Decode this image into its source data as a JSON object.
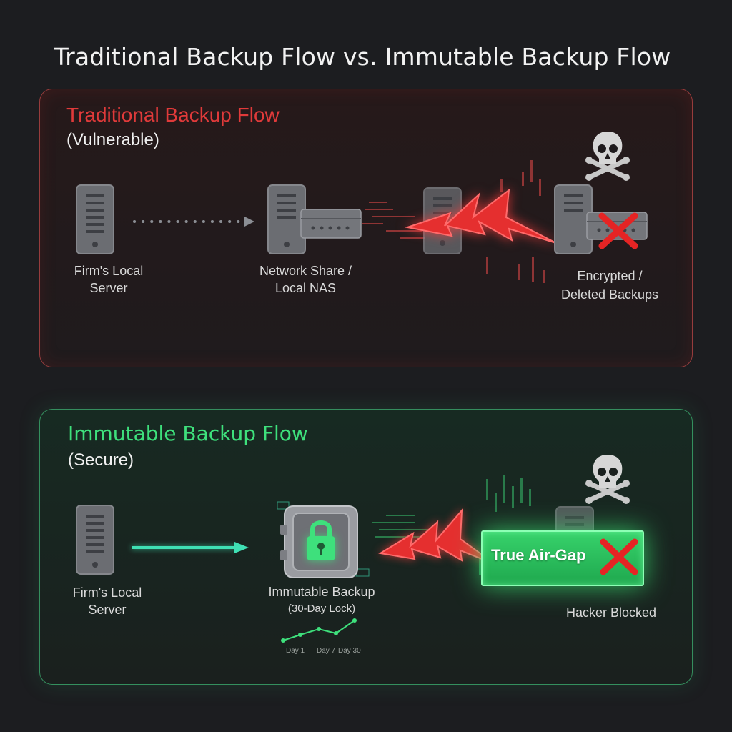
{
  "title": "Traditional Backup Flow vs. Immutable Backup Flow",
  "traditional": {
    "heading": "Traditional Backup Flow",
    "status": "(Vulnerable)",
    "local_server": [
      "Firm's Local",
      "Server"
    ],
    "nas": [
      "Network Share /",
      "Local NAS"
    ],
    "result": [
      "Encrypted /",
      "Deleted Backups"
    ]
  },
  "immutable": {
    "heading": "Immutable Backup Flow",
    "status": "(Secure)",
    "local_server": [
      "Firm's Local",
      "Server"
    ],
    "backup": [
      "Immutable Backup",
      "(30-Day Lock)"
    ],
    "timeline": [
      "Day 1",
      "Day 7",
      "Day 30"
    ],
    "airgap": "True Air-Gap",
    "result": "Hacker Blocked"
  },
  "colors": {
    "danger": "#e03a3a",
    "secure": "#3ee07c",
    "connector": "#3fe0b4"
  }
}
